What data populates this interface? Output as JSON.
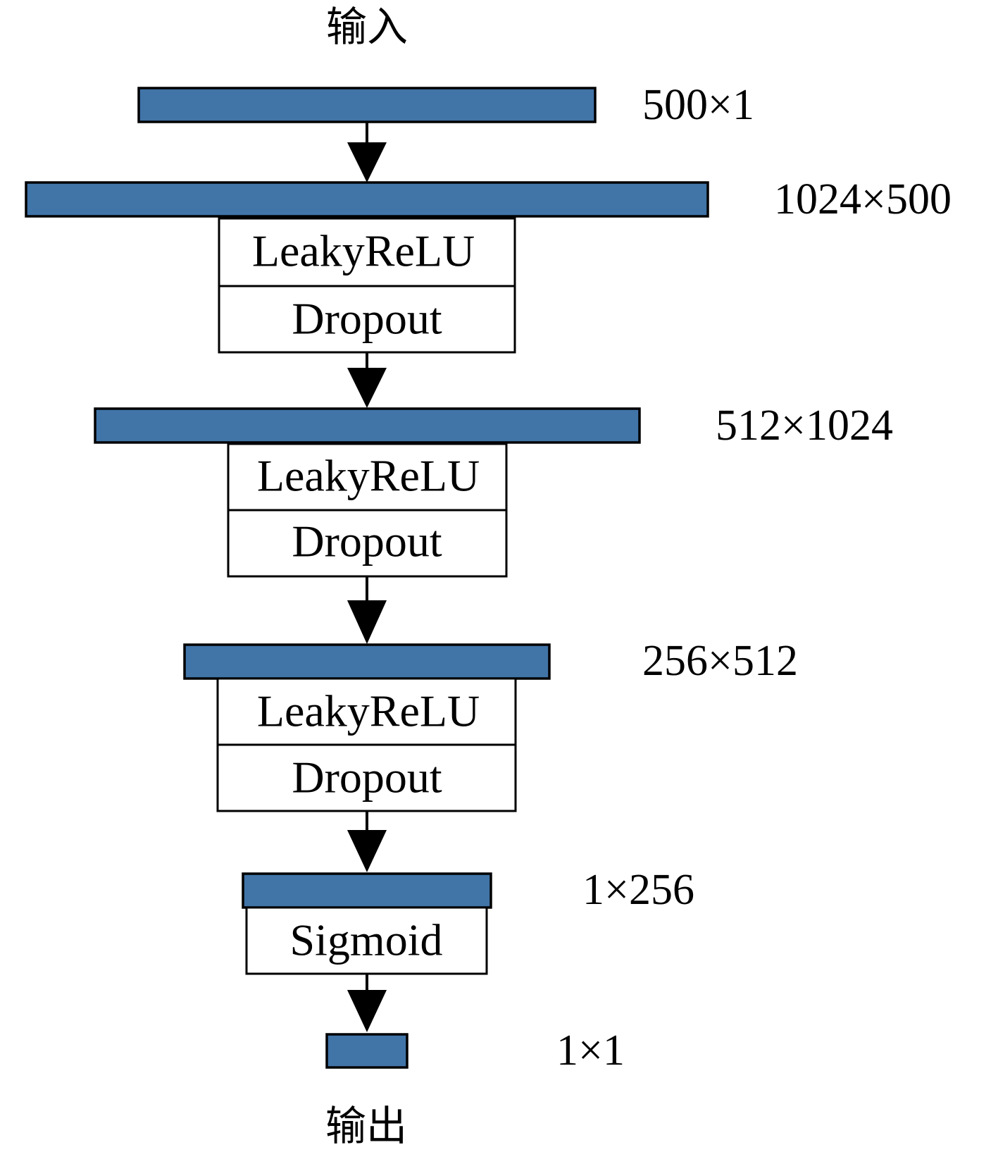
{
  "input_label": "输入",
  "output_label": "输出",
  "colors": {
    "layer_fill": "#4174a7",
    "op_fill": "#ffffff",
    "stroke": "#000000"
  },
  "layers": [
    {
      "dims": "500×1",
      "ops": []
    },
    {
      "dims": "1024×500",
      "ops": [
        "LeakyReLU",
        "Dropout"
      ]
    },
    {
      "dims": "512×1024",
      "ops": [
        "LeakyReLU",
        "Dropout"
      ]
    },
    {
      "dims": "256×512",
      "ops": [
        "LeakyReLU",
        "Dropout"
      ]
    },
    {
      "dims": "1×256",
      "ops": [
        "Sigmoid"
      ]
    },
    {
      "dims": "1×1",
      "ops": []
    }
  ]
}
